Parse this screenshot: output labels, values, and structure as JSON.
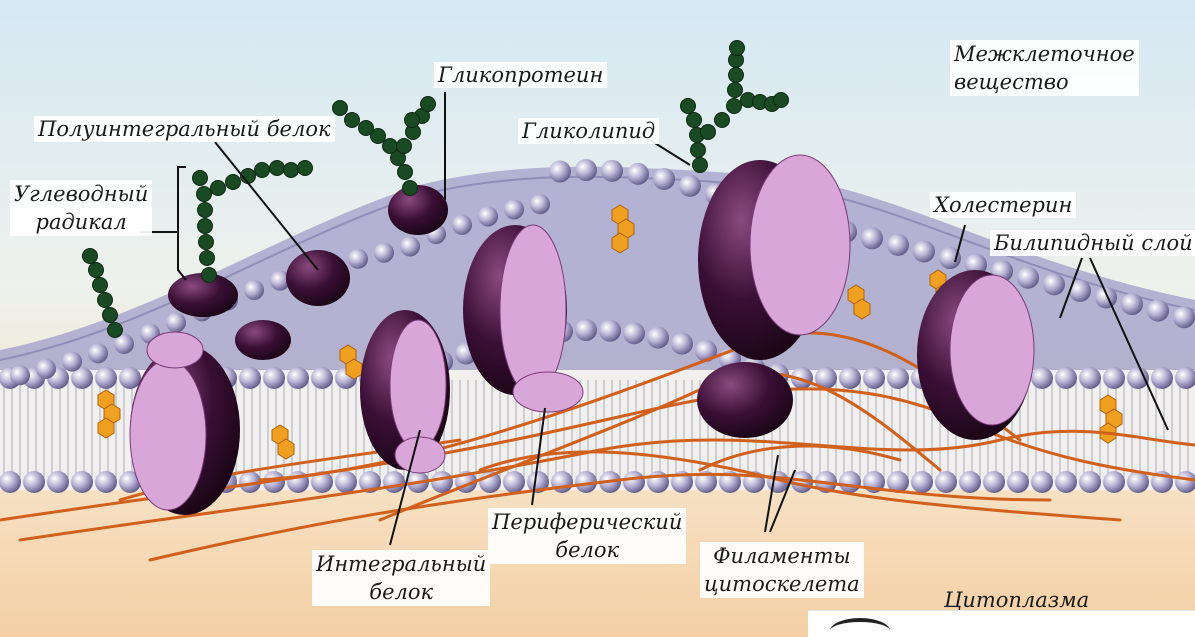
{
  "labels": {
    "intercellular": [
      "Межклеточное",
      "вещество"
    ],
    "glycoprotein": "Гликопротеин",
    "semi_integral": "Полуинтегральный белок",
    "glycolipid": "Гликолипид",
    "carbohydrate": [
      "Углеводный",
      "радикал"
    ],
    "cholesterol": "Холестерин",
    "bilayer": "Билипидный слой",
    "integral": [
      "Интегральный",
      "белок"
    ],
    "peripheral": [
      "Периферический",
      "белок"
    ],
    "filaments": [
      "Филаменты",
      "цитоскелета"
    ],
    "cytoplasm": "Цитоплазма"
  },
  "colors": {
    "protein_dark": "#2a0a28",
    "protein_light": "#d9a6d8",
    "phospholipid_head": "#a8a2c8",
    "cholesterol": "#f0a020",
    "filament": "#d0601c",
    "carbohydrate": "#1a4a24",
    "sky_top": "#d6e8f2",
    "cytoplasm": "#f5d6b0"
  }
}
